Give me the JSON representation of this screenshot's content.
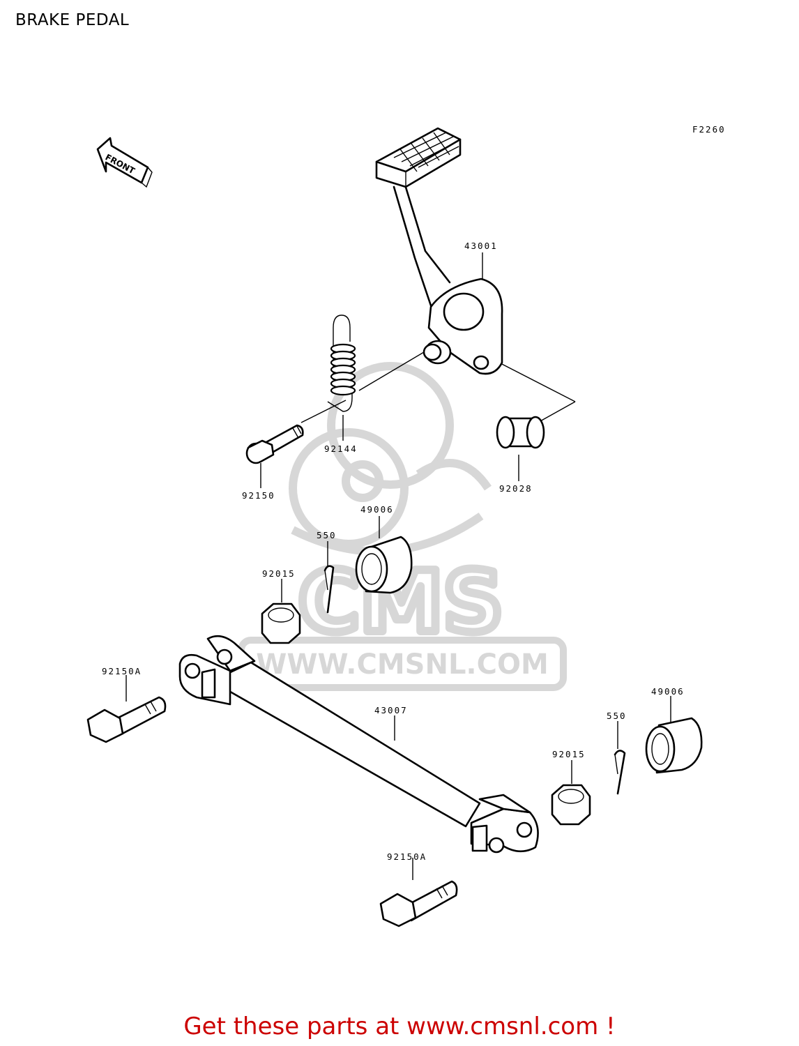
{
  "title": "BRAKE PEDAL",
  "figure_code": "F2260",
  "front_label": "FRONT",
  "watermark": {
    "brand": "CMS",
    "url": "WWW.CMSNL.COM"
  },
  "parts": [
    {
      "key": "p43001",
      "number": "43001"
    },
    {
      "key": "p92144",
      "number": "92144"
    },
    {
      "key": "p92150",
      "number": "92150"
    },
    {
      "key": "p92028",
      "number": "92028"
    },
    {
      "key": "p49006_top",
      "number": "49006"
    },
    {
      "key": "p550_top",
      "number": "550"
    },
    {
      "key": "p92015_top",
      "number": "92015"
    },
    {
      "key": "p92150A_left",
      "number": "92150A"
    },
    {
      "key": "p43007",
      "number": "43007"
    },
    {
      "key": "p49006_right",
      "number": "49006"
    },
    {
      "key": "p550_right",
      "number": "550"
    },
    {
      "key": "p92015_right",
      "number": "92015"
    },
    {
      "key": "p92150A_bottom",
      "number": "92150A"
    }
  ],
  "footer": {
    "text": "Get these parts at www.cmsnl.com !",
    "color": "#cc0000"
  },
  "colors": {
    "line": "#000000",
    "watermark": "#d7d7d7"
  }
}
